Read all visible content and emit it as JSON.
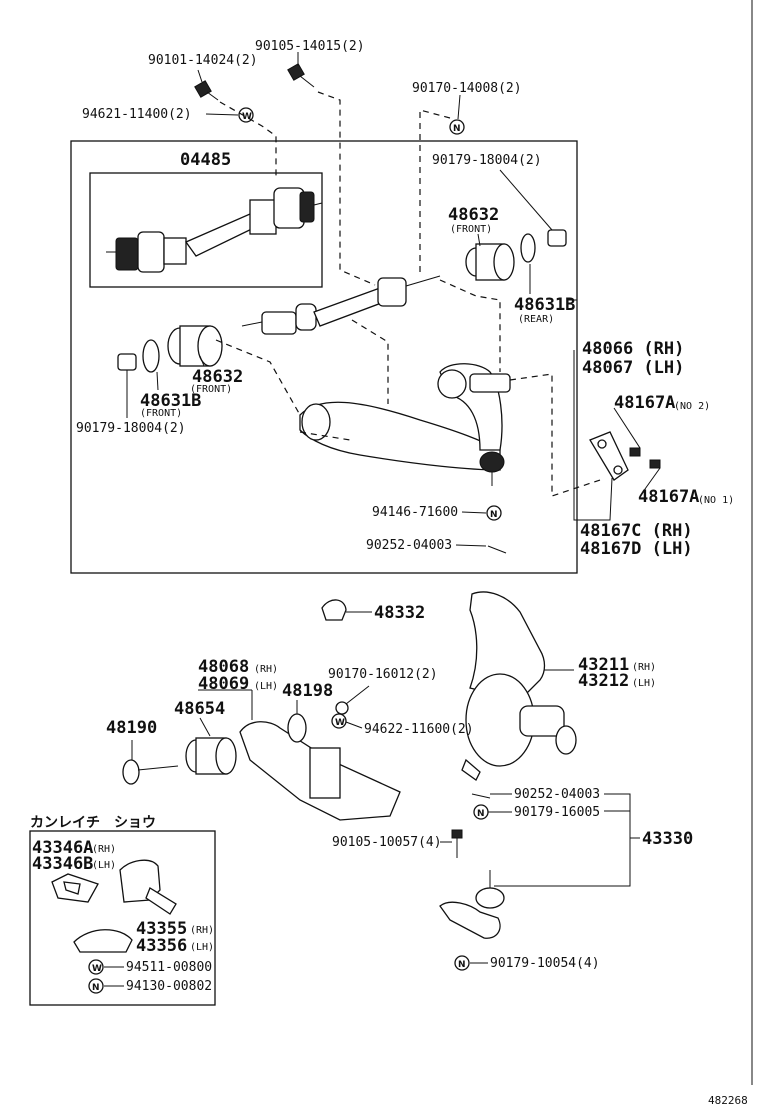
{
  "labels": {
    "p_90105_14015": "90105-14015(2)",
    "p_90101_14024": "90101-14024(2)",
    "p_90170_14008": "90170-14008(2)",
    "p_94621_11400": "94621-11400(2)",
    "p_04485": "04485",
    "p_90179_18004_top": "90179-18004(2)",
    "p_48632_top": "48632",
    "p_48632_top_note": "(FRONT)",
    "p_48631B_top": "48631B",
    "p_48631B_top_note": "(REAR)",
    "p_48066": "48066 (RH)",
    "p_48067": "48067 (LH)",
    "p_48632_left": "48632",
    "p_48632_left_note": "(FRONT)",
    "p_48631B_left": "48631B",
    "p_48631B_left_note": "(FRONT)",
    "p_90179_18004_left": "90179-18004(2)",
    "p_48167A_no2": "48167A",
    "p_48167A_no2_note": "(NO 2)",
    "p_48167A_no1": "48167A",
    "p_48167A_no1_note": "(NO 1)",
    "p_94146_71600": "94146-71600",
    "p_90252_04003_top": "90252-04003",
    "p_48167C": "48167C (RH)",
    "p_48167D": "48167D (LH)",
    "p_48332": "48332",
    "p_48068": "48068",
    "p_48068_note": "(RH)",
    "p_48069": "48069",
    "p_48069_note": "(LH)",
    "p_48198": "48198",
    "p_90170_16012": "90170-16012(2)",
    "p_94622_11600": "94622-11600(2)",
    "p_48190": "48190",
    "p_48654": "48654",
    "p_43211": "43211",
    "p_43211_note": "(RH)",
    "p_43212": "43212",
    "p_43212_note": "(LH)",
    "p_90252_04003_bottom": "90252-04003",
    "p_90179_16005": "90179-16005",
    "p_43330": "43330",
    "p_90105_10057": "90105-10057(4)",
    "p_90179_10054": "90179-10054(4)",
    "inset_title": "カンレイチ　ショウ",
    "p_43346A": "43346A",
    "p_43346A_note": "(RH)",
    "p_43346B": "43346B",
    "p_43346B_note": "(LH)",
    "p_43355": "43355",
    "p_43355_note": "(RH)",
    "p_43356": "43356",
    "p_43356_note": "(LH)",
    "p_94511_00800": "94511-00800",
    "p_94130_00802": "94130-00802",
    "ref_number": "482268"
  },
  "symbols": {
    "washer_w": "W",
    "washer_n": "N"
  }
}
